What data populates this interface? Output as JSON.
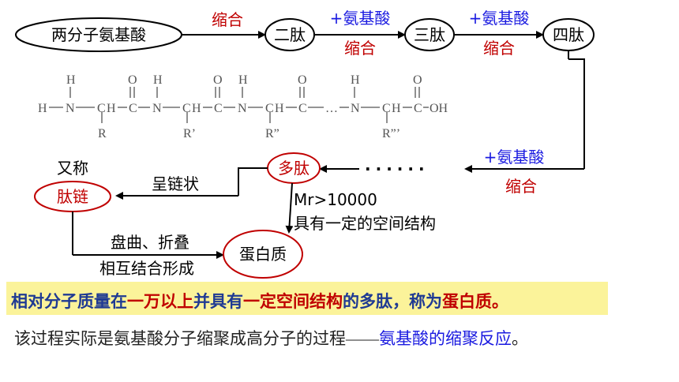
{
  "top_row": {
    "start": "两分子氨基酸",
    "dipeptide": "二肽",
    "tripeptide": "三肽",
    "tetrapeptide": "四肽",
    "condense_1": "缩合",
    "add_aa_1": "+氨基酸",
    "condense_2": "缩合",
    "add_aa_2": "+氨基酸",
    "condense_3": "缩合"
  },
  "formula": {
    "atoms": [
      "H",
      "N",
      "C",
      "H",
      "C",
      "O",
      "N",
      "H",
      "C",
      "H",
      "C",
      "O",
      "N",
      "H",
      "C",
      "H",
      "C",
      "O",
      "…",
      "N",
      "H",
      "C",
      "H",
      "C",
      "O",
      "OH"
    ],
    "r_groups": [
      "R",
      "R’",
      "R”",
      "R”’"
    ],
    "top_atoms": [
      "H",
      "O",
      "H",
      "O",
      "H",
      "O",
      "H",
      "O"
    ]
  },
  "right_branch": {
    "add_aa": "+氨基酸",
    "condense": "缩合",
    "dots": "······"
  },
  "lower": {
    "polypeptide": "多肽",
    "also_called": "又称",
    "peptide_chain": "肽链",
    "chain_shape": "呈链状",
    "mr": "Mr>10000",
    "spatial": "具有一定的空间结构",
    "coil": "盘曲、折叠",
    "form": "相互结合形成",
    "protein": "蛋白质"
  },
  "summary": {
    "p1": "相对分子质量",
    "p2": "在",
    "p3": "一万以上",
    "p4": "并具有",
    "p5": "一定空间结构",
    "p6": "的多肽，称为",
    "p7": "蛋白质。"
  },
  "note": {
    "text": "该过程实际是氨基酸分子缩聚成高分子的过程——",
    "highlight": "氨基酸的缩聚反应",
    "end": "。"
  },
  "colors": {
    "red": "#c00000",
    "blue": "#1a1ae0",
    "highlight_bg": "#fbf39a",
    "summary_text": "#1f3a93"
  }
}
